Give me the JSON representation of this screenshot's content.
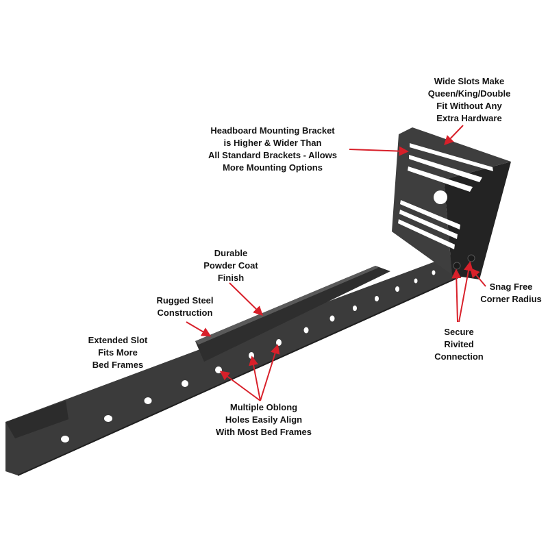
{
  "colors": {
    "steel": "#3a3a3a",
    "steel_dark": "#262626",
    "steel_face": "#4a4a4a",
    "arrow": "#d8202a",
    "text": "#141414"
  },
  "callouts": {
    "wide_slots": [
      "Wide Slots Make",
      "Queen/King/Double",
      "Fit Without Any",
      "Extra Hardware"
    ],
    "headboard_bracket": [
      "Headboard Mounting Bracket",
      "is Higher & Wider Than",
      "All Standard Brackets - Allows",
      "More Mounting Options"
    ],
    "powder_coat": [
      "Durable",
      "Powder Coat",
      "Finish"
    ],
    "rugged_steel": [
      "Rugged Steel",
      "Construction"
    ],
    "extended_slot": [
      "Extended Slot",
      "Fits More",
      "Bed Frames"
    ],
    "oblong_holes": [
      "Multiple Oblong",
      "Holes Easily Align",
      "With Most Bed Frames"
    ],
    "snag_free": [
      "Snag Free",
      "Corner Radius"
    ],
    "riveted": [
      "Secure",
      "Rivited",
      "Connection"
    ]
  }
}
